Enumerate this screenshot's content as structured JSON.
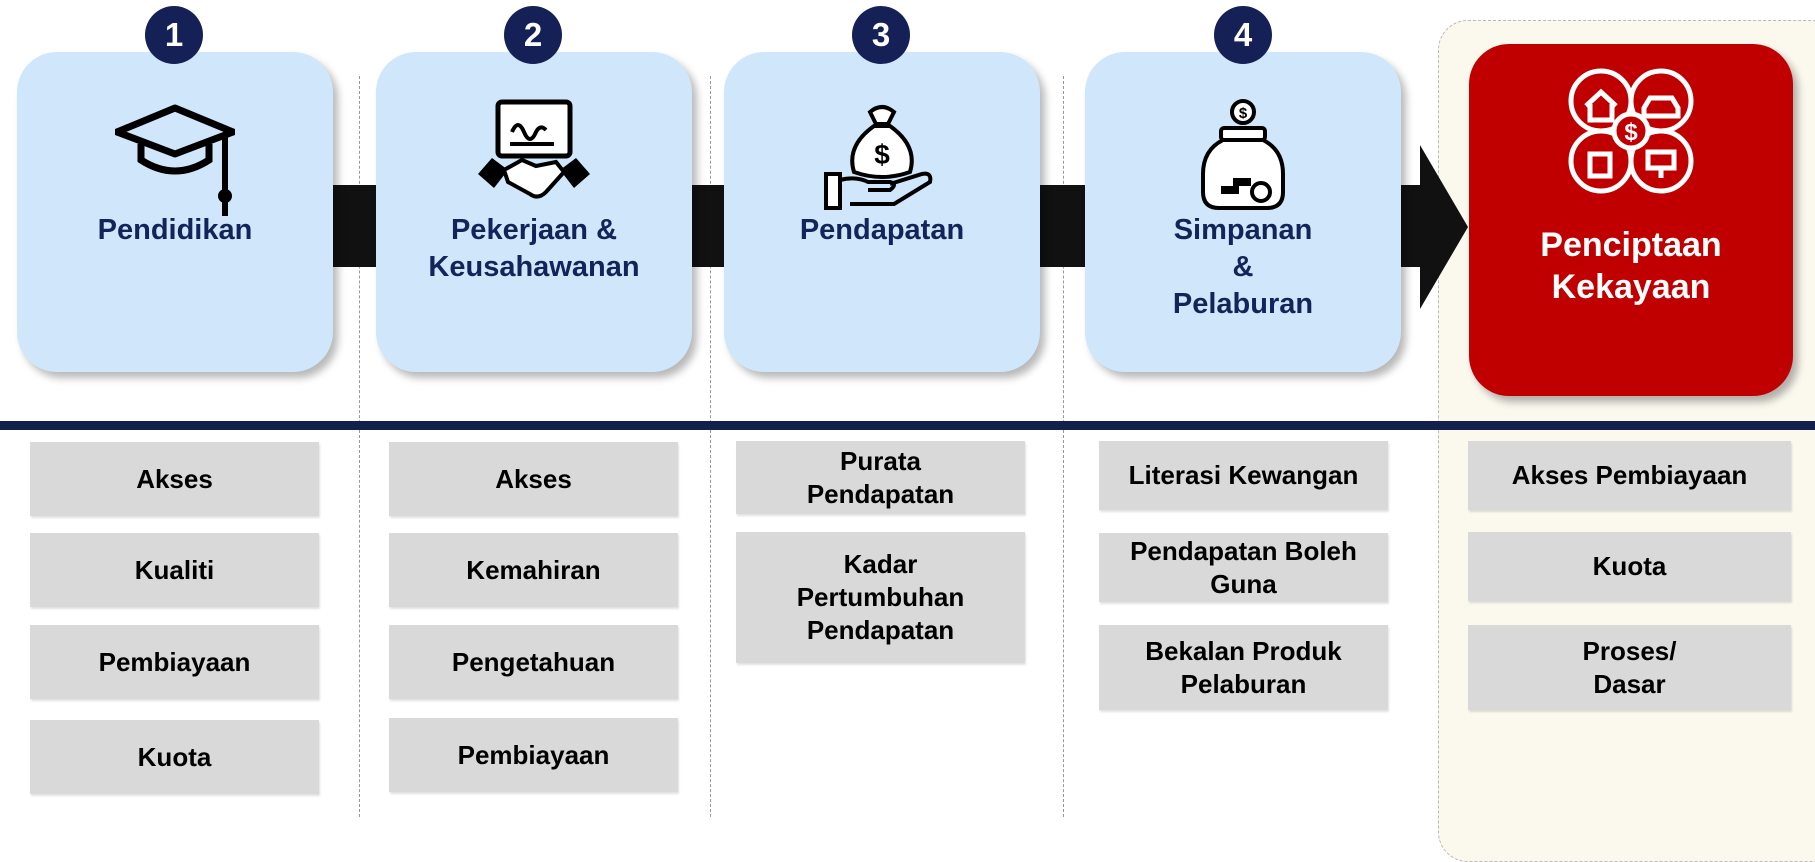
{
  "colors": {
    "card_bg": "#cfe6fb",
    "final_card_bg": "#c00000",
    "badge_bg": "#152057",
    "item_bg": "#d9d9d9",
    "divider": "#13204c"
  },
  "stages": [
    {
      "number": "1",
      "label_lines": [
        "Pendidikan"
      ],
      "icon": "graduation-cap-icon"
    },
    {
      "number": "2",
      "label_lines": [
        "Pekerjaan &",
        "Keusahawanan"
      ],
      "icon": "handshake-contract-icon"
    },
    {
      "number": "3",
      "label_lines": [
        "Pendapatan"
      ],
      "icon": "money-bag-hand-icon"
    },
    {
      "number": "4",
      "label_lines": [
        "Simpanan",
        "&",
        "Pelaburan"
      ],
      "icon": "savings-jar-icon"
    }
  ],
  "final_stage": {
    "label_lines": [
      "Penciptaan",
      "Kekayaan"
    ],
    "icon": "wealth-assets-icon"
  },
  "columns": [
    {
      "items": [
        "Akses",
        "Kualiti",
        "Pembiayaan",
        "Kuota"
      ]
    },
    {
      "items": [
        "Akses",
        "Kemahiran",
        "Pengetahuan",
        "Pembiayaan"
      ]
    },
    {
      "items": [
        "Purata Pendapatan",
        "Kadar Pertumbuhan Pendapatan"
      ]
    },
    {
      "items": [
        "Literasi Kewangan",
        "Pendapatan Boleh Guna",
        "Bekalan Produk Pelaburan"
      ]
    },
    {
      "items": [
        "Akses Pembiayaan",
        "Kuota",
        "Proses/ Dasar"
      ]
    }
  ]
}
